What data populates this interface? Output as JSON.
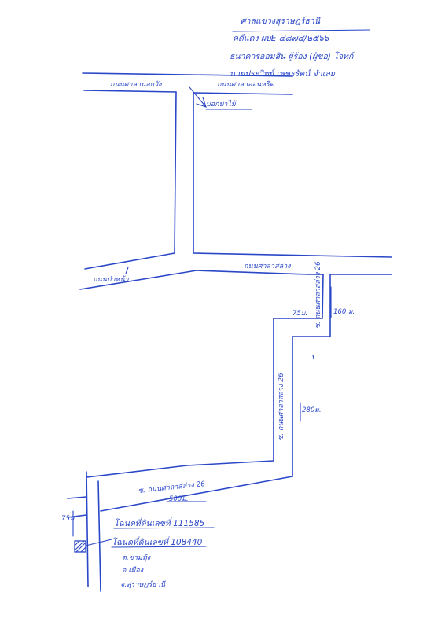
{
  "header": {
    "line1": "ศาลแขวงสุราษฎร์ธานี",
    "line2": "คดีแดง ผบE ๔๘๗๔/๒๕๖๖",
    "line3": "ธนาคารออมสิน ผู้ร้อง (ผู้ขอ) โจทก์",
    "line4": "นายประวิทย์ เพชรรัตน์ จำเลย"
  },
  "roads": {
    "top_left": "ถนนศาลานอกวัง",
    "top_right": "ถนนศาลาออนหรีด",
    "pointer_label": "บ่อกบ่าไม้",
    "left_middle": "ถนนป่าหน้า",
    "middle": "ถนนศาลาสล่าง",
    "vertical_upper": "ซ. ถนนศาลาสล่าง 26",
    "vertical_lower": "ซ. ถนนศาลาสล่าง 26",
    "bottom": "ซ. ถนนศาลาสล่าง 26"
  },
  "distances": {
    "d160": "160 ม.",
    "d75_mid": "75ม.",
    "d280": "280ม.",
    "d500": "500ม.",
    "d75_bottom": "75ม."
  },
  "deeds": {
    "deed1": "โฉนดที่ดินเลขที่ 111585",
    "deed2": "โฉนดที่ดินเลขที่ 108440"
  },
  "location": {
    "subdistrict": "ต.ขามทุ้ง",
    "district": "อ.เมือง",
    "province": "จ.สุราษฎร์ธานี"
  },
  "colors": {
    "ink": "#2a47c8",
    "paper": "#ffffff"
  }
}
